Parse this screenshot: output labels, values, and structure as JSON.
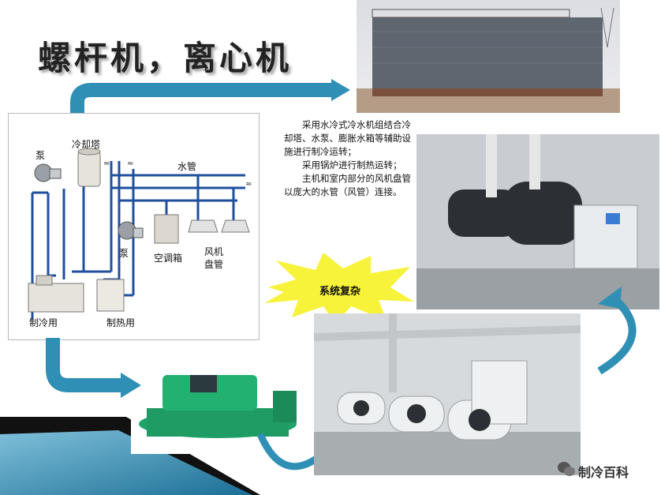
{
  "title": "螺杆机，离心机",
  "schematic": {
    "pump_left": "泵",
    "cooling_tower": "冷却塔",
    "water_pipe": "水管",
    "pump_mid": "泵",
    "ahu": "空调箱",
    "fan_coil_1": "风机",
    "fan_coil_2": "盘管",
    "chiller": "制冷用",
    "boiler": "制热用"
  },
  "description": [
    "采用水冷式冷水机组结合冷却塔、水泵、膨胀水箱等辅助设施进行制冷运转；",
    "采用锅炉进行制热运转；",
    "主机和室内部分的风机盘管以庞大的水管（风管）连接。"
  ],
  "burst_label": "系统复杂",
  "watermark": "制冷百科",
  "colors": {
    "arrow": "#2f8fb4",
    "pipe": "#1f4f9e",
    "burst": "#f7f23a",
    "green_machine": "#1fa36a"
  }
}
